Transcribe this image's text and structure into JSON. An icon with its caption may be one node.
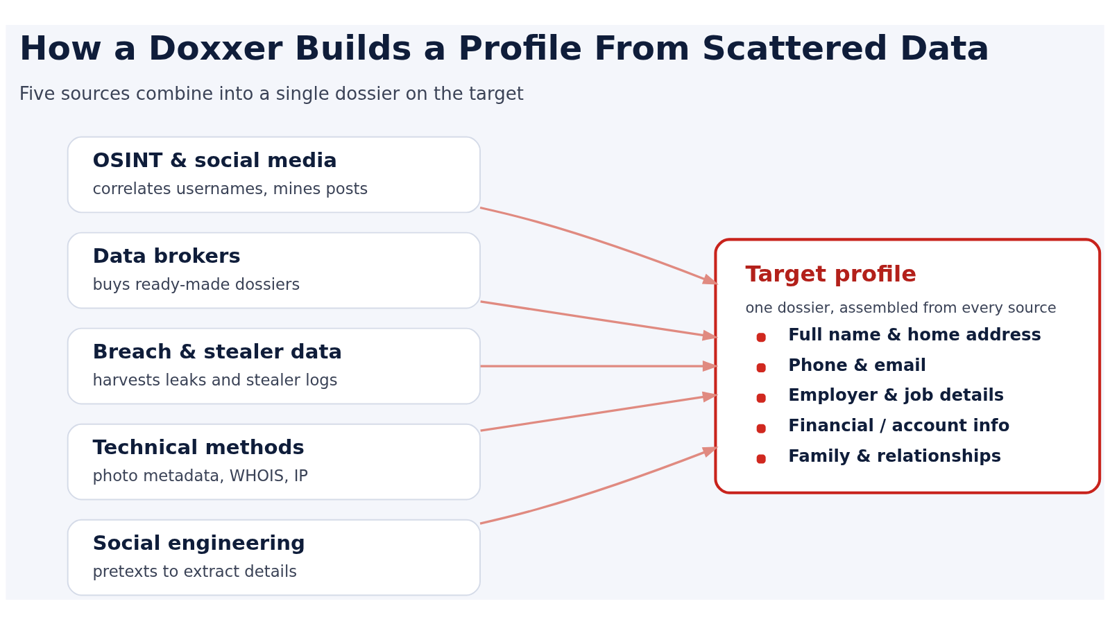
{
  "diagram": {
    "title": "How a Doxxer Builds a Profile From Scattered Data",
    "nodes": [
      {
        "text": [
          "OSINT & social media",
          "correlates usernames, mines posts"
        ]
      },
      {
        "text": [
          "Data brokers",
          "buys ready-made dossiers"
        ]
      },
      {
        "text": [
          "Breach & stealer data",
          "harvests leaks and stealer logs"
        ]
      },
      {
        "text": [
          "Technical methods",
          "photo metadata, WHOIS, IP"
        ]
      },
      {
        "text": [
          "Social engineering",
          "pretexts to extract details"
        ]
      },
      {
        "text": [
          "Target profile",
          "one dossier, assembled from every source",
          "Full name & home address",
          "Phone & email",
          "Employer & job details",
          "Financial / account info",
          "Family & relationships"
        ]
      }
    ],
    "edges": [
      {
        "from": 0,
        "to": 5,
        "arrow": "to"
      },
      {
        "from": 1,
        "to": 5,
        "arrow": "to"
      },
      {
        "from": 2,
        "to": 5,
        "arrow": "to"
      },
      {
        "from": 3,
        "to": 5,
        "arrow": "to"
      },
      {
        "from": 4,
        "to": 5,
        "arrow": "to"
      }
    ],
    "labels": [
      "Five sources combine into a single dossier on the target"
    ]
  }
}
